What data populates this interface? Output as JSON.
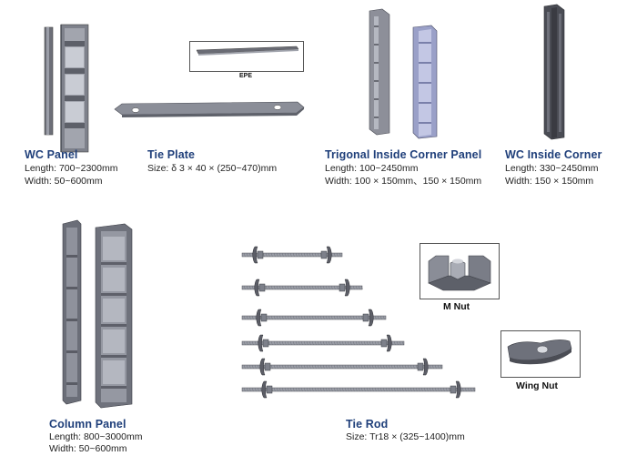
{
  "products": {
    "wc_panel": {
      "title": "WC Panel",
      "length": "Length: 700~2300mm",
      "width": "Width: 50~600mm"
    },
    "tie_plate": {
      "title": "Tie Plate",
      "size": "Size: δ 3 × 40 × (250~470)mm",
      "inset_label": "EPE"
    },
    "trigonal_inside_corner_panel": {
      "title": "Trigonal Inside Corner Panel",
      "length": "Length: 100~2450mm",
      "width": "Width: 100 × 150mm、150 × 150mm"
    },
    "wc_inside_corner": {
      "title": "WC Inside Corner",
      "length": "Length: 330~2450mm",
      "width": "Width: 150 × 150mm"
    },
    "column_panel": {
      "title": "Column Panel",
      "length": "Length: 800~3000mm",
      "width": "Width: 50~600mm"
    },
    "tie_rod": {
      "title": "Tie Rod",
      "size": "Size: Tr18 × (325~1400)mm"
    },
    "m_nut": {
      "label": "M Nut"
    },
    "wing_nut": {
      "label": "Wing Nut"
    }
  },
  "colors": {
    "title": "#1f3f7a",
    "metal_dark": "#5a5c66",
    "metal_mid": "#8a8d97",
    "metal_light": "#b9bcc5",
    "panel_lilac": "#9aa0c8"
  }
}
